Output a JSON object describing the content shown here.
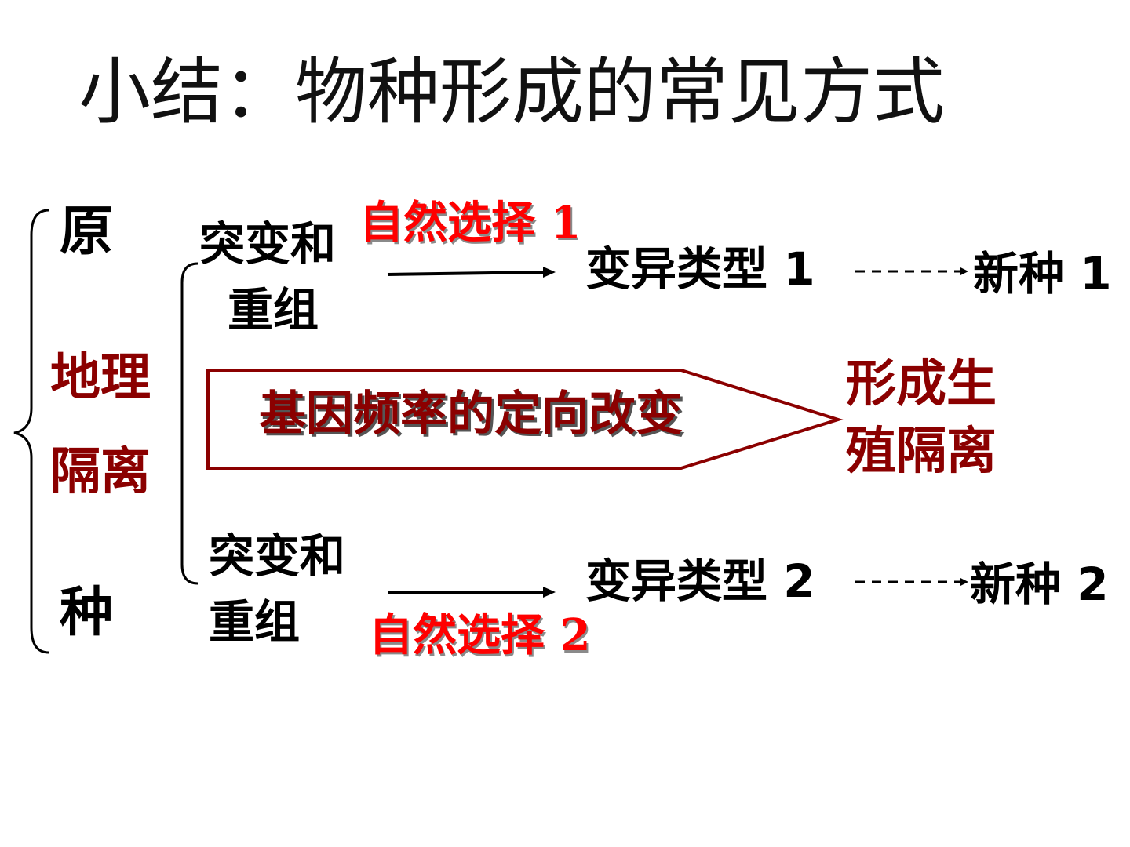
{
  "title": "小结：物种形成的常见方式",
  "origin": {
    "top": "原",
    "mid1": "地理",
    "mid2": "隔离",
    "bottom": "种"
  },
  "upper_branch": {
    "cause_line1": "突变和",
    "cause_line2": "重组",
    "selection": "自然选择 1",
    "variation": "变异类型 1",
    "new_species": "新种 1"
  },
  "center": {
    "arrow_text": "基因频率的定向改变",
    "result_line1": "形成生",
    "result_line2": "殖隔离"
  },
  "lower_branch": {
    "cause_line1": "突变和",
    "cause_line2": "重组",
    "selection": "自然选择 2",
    "variation": "变异类型 2",
    "new_species": "新种 2"
  },
  "colors": {
    "dark_red": "#8b0000",
    "red": "#ff0000",
    "black": "#000000"
  }
}
